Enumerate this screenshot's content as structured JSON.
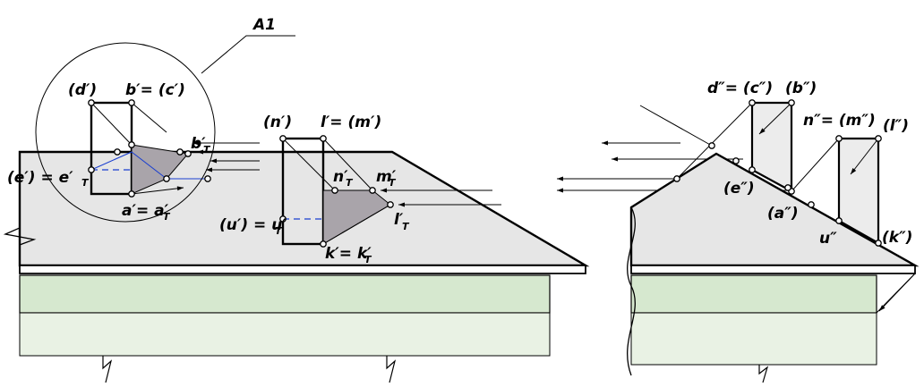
{
  "colors": {
    "roof": "#e6e6e6",
    "wall_upper": "#d6e8cf",
    "wall_lower": "#e9f2e4",
    "shadow": "#a9a4aa",
    "chimney": "#ececec",
    "blue": "#1a3fd0"
  },
  "callout": "A1",
  "front_view": {
    "chimney_small": {
      "d": "(d′)",
      "bc": "b′= (c′)",
      "bT": "b′",
      "bT_sub": "T",
      "e": "(e′) = e′",
      "e_sub": "T",
      "a": "a′= a′",
      "a_sub": "T"
    },
    "chimney_large": {
      "n": "(n′)",
      "lm": "l′= (m′)",
      "nT": "n′",
      "nT_sub": "T",
      "mT": "m′",
      "mT_sub": "T",
      "lT": "l′",
      "lT_sub": "T",
      "u": "(u′) = u′",
      "u_sub": "T",
      "k": "k′= k′",
      "k_sub": "T"
    }
  },
  "side_view": {
    "dc": "d″= (c″)",
    "b": "(b″)",
    "nm": "n″= (m″)",
    "l": "(l″)",
    "e": "(e″)",
    "a": "(a″)",
    "u": "u″",
    "k": "(k″)"
  }
}
